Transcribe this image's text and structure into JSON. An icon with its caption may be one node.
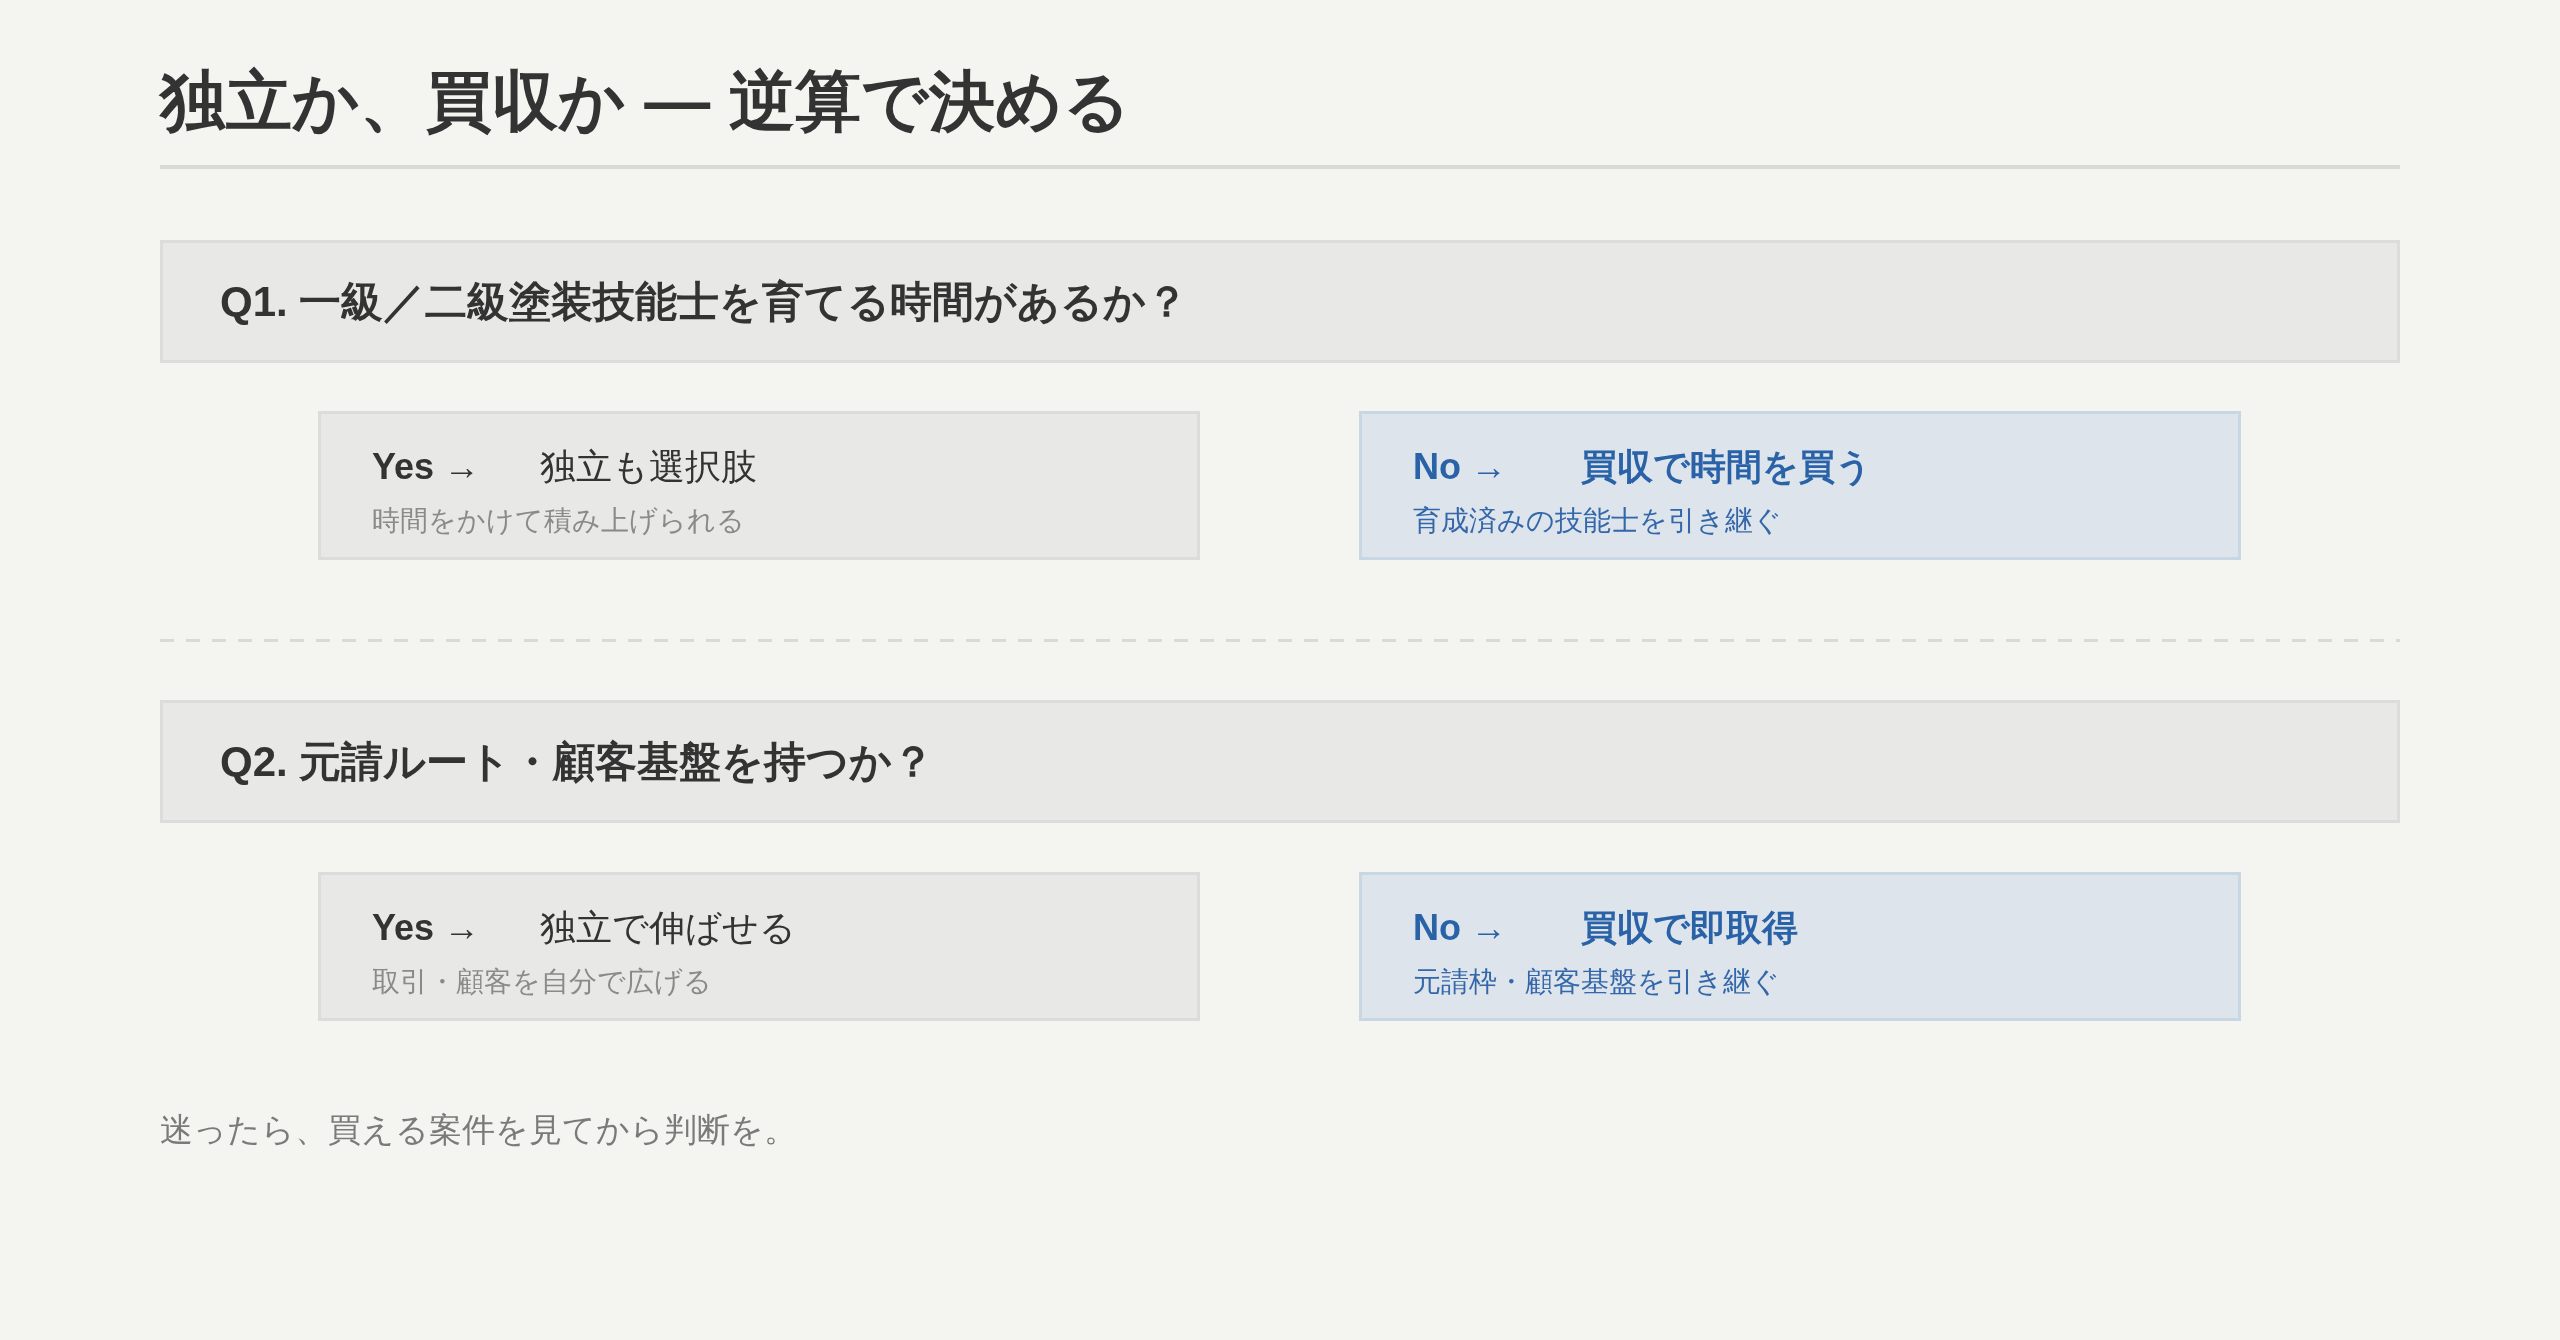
{
  "diagram": {
    "title": "独立か、買収か — 逆算で決める",
    "nodes": [
      {
        "text": [
          "Q1. 一級／二級塗装技能士を育てる時間があるか？"
        ]
      },
      {
        "text": [
          "Yes →",
          "独立も選択肢",
          "時間をかけて積み上げられる"
        ]
      },
      {
        "text": [
          "No →",
          "買収で時間を買う",
          "育成済みの技能士を引き継ぐ"
        ]
      },
      {
        "text": [
          "Q2. 元請ルート・顧客基盤を持つか？"
        ]
      },
      {
        "text": [
          "Yes →",
          "独立で伸ばせる",
          "取引・顧客を自分で広げる"
        ]
      },
      {
        "text": [
          "No →",
          "買収で即取得",
          "元請枠・顧客基盤を引き継ぐ"
        ]
      }
    ],
    "labels": [
      "迷ったら、買える案件を見てから判断を。"
    ]
  }
}
